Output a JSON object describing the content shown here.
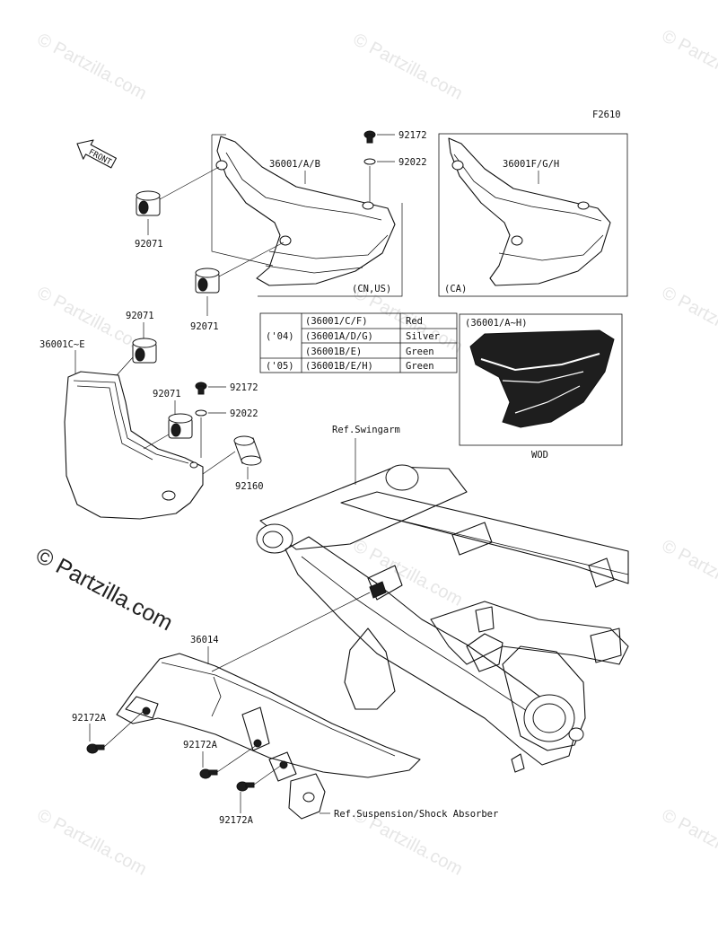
{
  "diagram": {
    "code": "F2610",
    "front_label": "FRONT",
    "watermark": "© Partzilla.com"
  },
  "callouts": {
    "p92172_top": "92172",
    "p92022_top": "92022",
    "cover_left_top": "36001/A/B",
    "cover_right_top": "36001F/G/H",
    "grommet_top_1": "92071",
    "grommet_top_2": "92071",
    "region_cn_us": "(CN,US)",
    "region_ca": "(CA)",
    "grommet_mid_1": "92071",
    "cover_side": "36001C~E",
    "grommet_mid_2": "92071",
    "p92172_mid": "92172",
    "p92022_mid": "92022",
    "p92160": "92160",
    "wod_title": "(36001/A~H)",
    "wod_label": "WOD",
    "ref_swingarm": "Ref.Swingarm",
    "p36014": "36014",
    "p92172a_1": "92172A",
    "p92172a_2": "92172A",
    "p92172a_3": "92172A",
    "ref_suspension": "Ref.Suspension/Shock Absorber"
  },
  "color_table": {
    "rows": [
      {
        "year": "",
        "part": "(36001/C/F)",
        "color": "Red"
      },
      {
        "year": "('04)",
        "part": "(36001A/D/G)",
        "color": "Silver"
      },
      {
        "year": "",
        "part": "(36001B/E)",
        "color": "Green"
      },
      {
        "year": "('05)",
        "part": "(36001B/E/H)",
        "color": "Green"
      }
    ]
  }
}
